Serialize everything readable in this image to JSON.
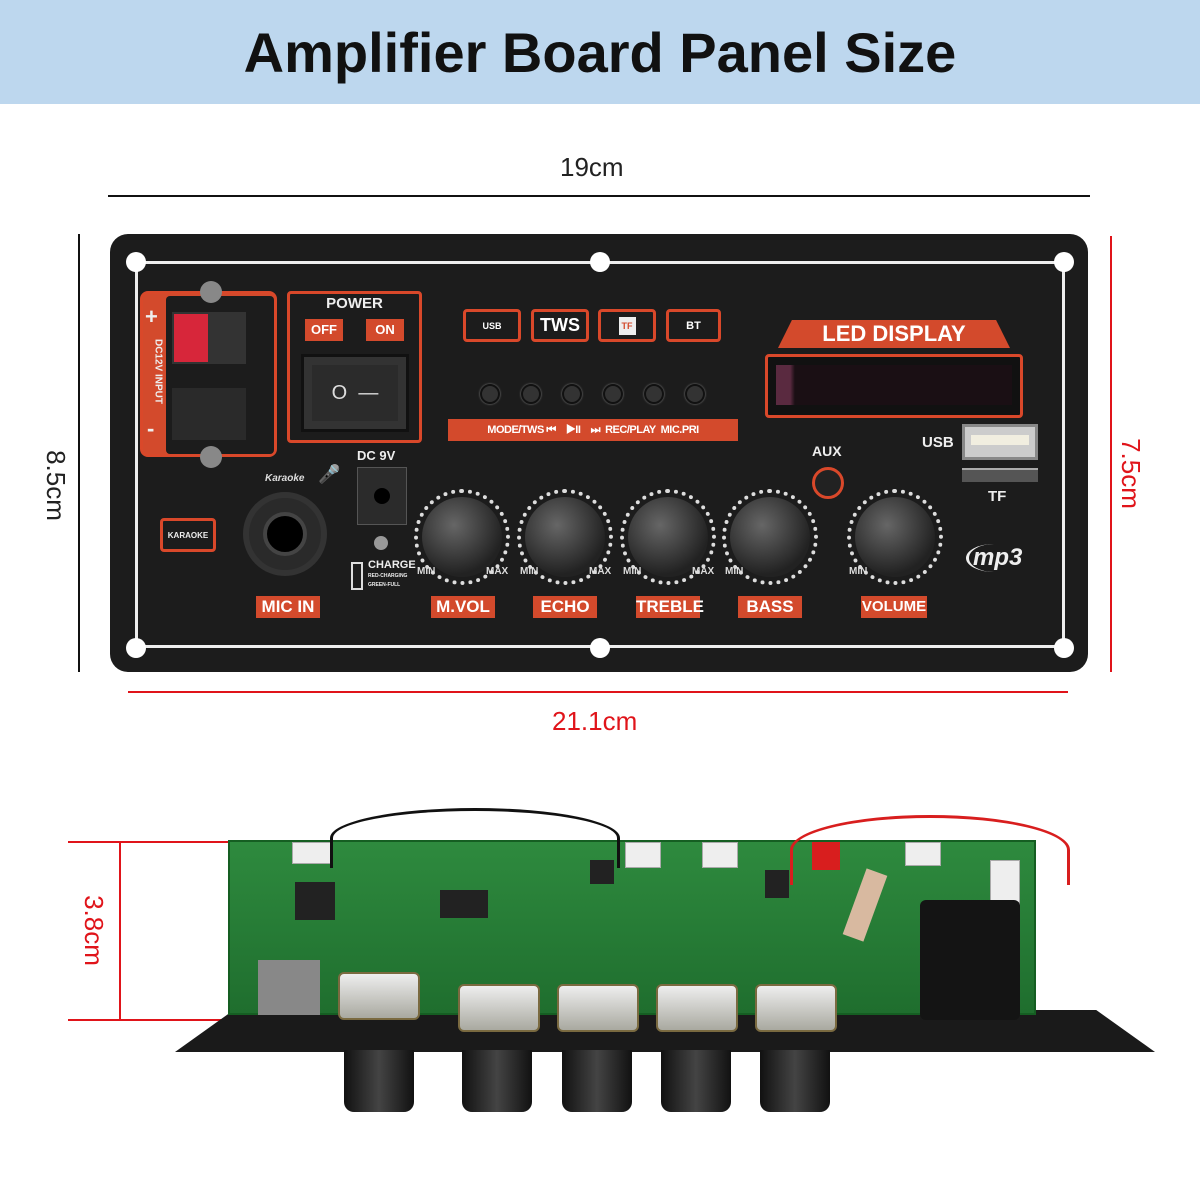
{
  "title": "Amplifier Board Panel Size",
  "dimensions": {
    "width_inner": "19cm",
    "height_outer": "8.5cm",
    "height_inner": "7.5cm",
    "width_outer": "21.1cm",
    "depth": "3.8cm"
  },
  "panel": {
    "dc_input": {
      "plus": "+",
      "minus": "-",
      "label": "DC12V INPUT"
    },
    "power": {
      "title": "POWER",
      "off": "OFF",
      "on": "ON",
      "switch_symbols": "O  —"
    },
    "mode_icons": [
      "USB",
      "TWS",
      "TF",
      "BT"
    ],
    "controls_strip": "MODE/TWS ⏮    ▶II    ⏭  REC/PLAY  MIC.PRI",
    "led_display": "LED DISPLAY",
    "usb": "USB",
    "tf": "TF",
    "aux": "AUX",
    "dc9v": "DC 9V",
    "karaoke": "Karaoke",
    "karaoke_badge": "KARAOKE",
    "charge": {
      "title": "CHARGE",
      "line1": "RED-CHARGING",
      "line2": "GREEN-FULL"
    },
    "min": "MIN",
    "max": "MAX",
    "knobs": [
      "M.VOL",
      "ECHO",
      "TREBLE",
      "BASS",
      "VOLUME"
    ],
    "mic_in": "MIC IN",
    "logo": "mp3"
  }
}
